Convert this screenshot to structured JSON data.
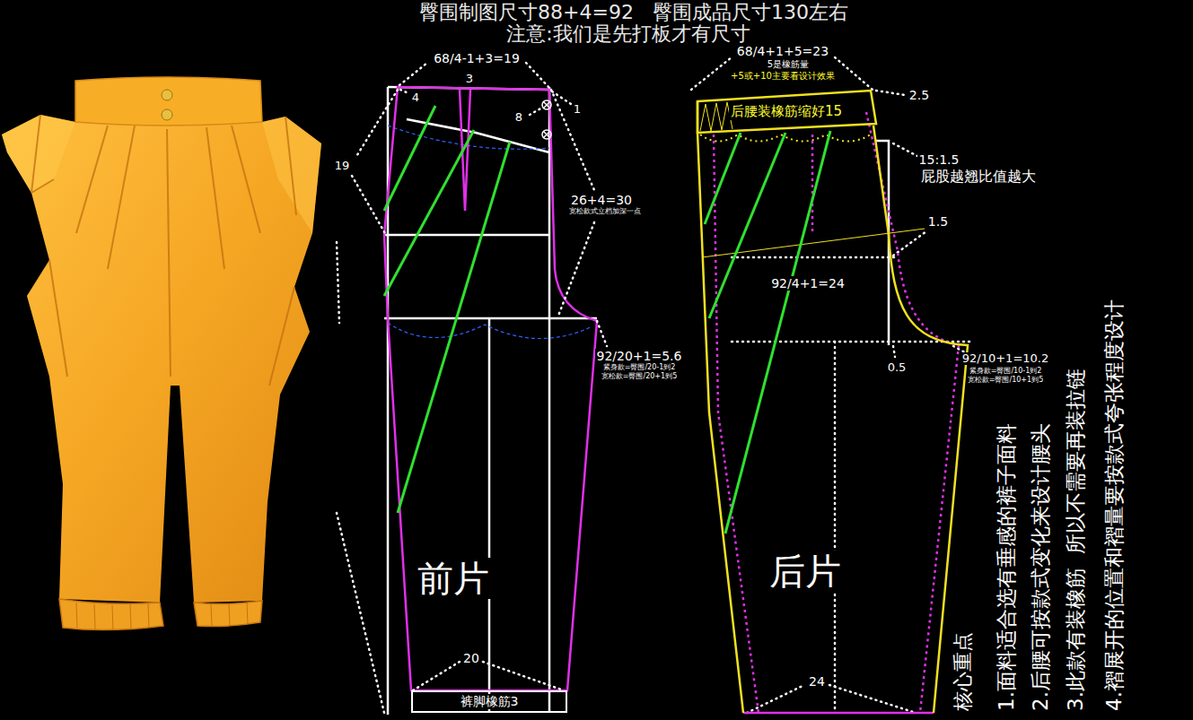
{
  "diagram": {
    "title": "臀围制图尺寸88+4=92   臀围成品尺寸130左右",
    "nodes": [
      {
        "text": [
          "后腰装橡筋缩好15"
        ]
      },
      {
        "text": [
          "裤脚橡筋3"
        ]
      }
    ],
    "labels": [
      "注意:我们是先打板才有尺寸",
      "68/4-1+3=19",
      "3",
      "4",
      "8",
      "1",
      "19",
      "26+4=30",
      "宽松款式立档加深一点",
      "92/20+1=5.6",
      "紧身款=臀围/20-1到2",
      "宽松款=臀围/20+1到5",
      "前片",
      "20",
      "68/4+1+5=23",
      "5是橡筋量",
      "+5或+10主要看设计效果",
      "2.5",
      "15:1.5",
      "屁股越翘比值越大",
      "1.5",
      "92/4+1=24",
      "0.5",
      "92/10+1=10.2",
      "紧身款=臀围/10-1到2",
      "宽松款=臀围/10+1到5",
      "后片",
      "24",
      "核心重点",
      "1.面料适合选有垂感的裤子面料",
      "2.后腰可按款式变化来设计腰头",
      "3.此款有装橡筋  所以不需要再装拉链",
      "4.褶展开的位置和褶量要按款式夸张程度设计"
    ]
  }
}
